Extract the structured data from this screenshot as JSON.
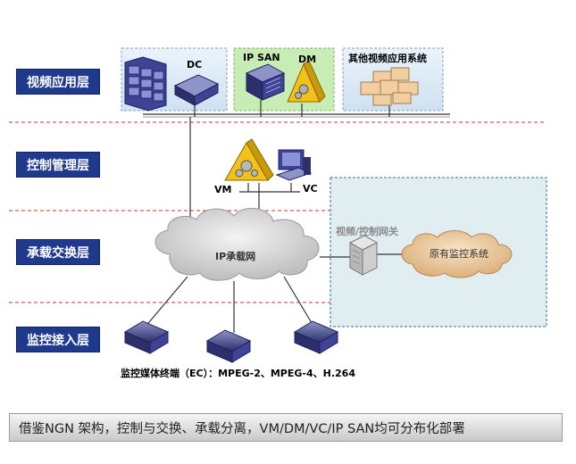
{
  "layers": [
    {
      "label": "视频应用层"
    },
    {
      "label": "控制管理层"
    },
    {
      "label": "承载交换层"
    },
    {
      "label": "监控接入层"
    }
  ],
  "nodes": {
    "dc": "DC",
    "ip_san": "IP SAN",
    "dm": "DM",
    "other_apps": "其他视频应用系统",
    "vm": "VM",
    "vc": "VC",
    "ip_network": "IP承载网",
    "gateway": "视频/控制网关",
    "legacy_system": "原有监控系统",
    "terminals": "监控媒体终端（EC）：MPEG-2、MPEG-4、H.264"
  },
  "footer": "借鉴NGN 架构，控制与交换、承载分离，VM/DM/VC/IP SAN均可分布化部署",
  "colors": {
    "label_bg": "#1f3a8c",
    "panel_blue": "#d7e7f7",
    "panel_green": "#c8edb4",
    "cloud": "#d4d4d4",
    "legacy_cloud": "#efd0a6",
    "divider": "#c0392b",
    "vm_yellow": "#f2c21b"
  }
}
